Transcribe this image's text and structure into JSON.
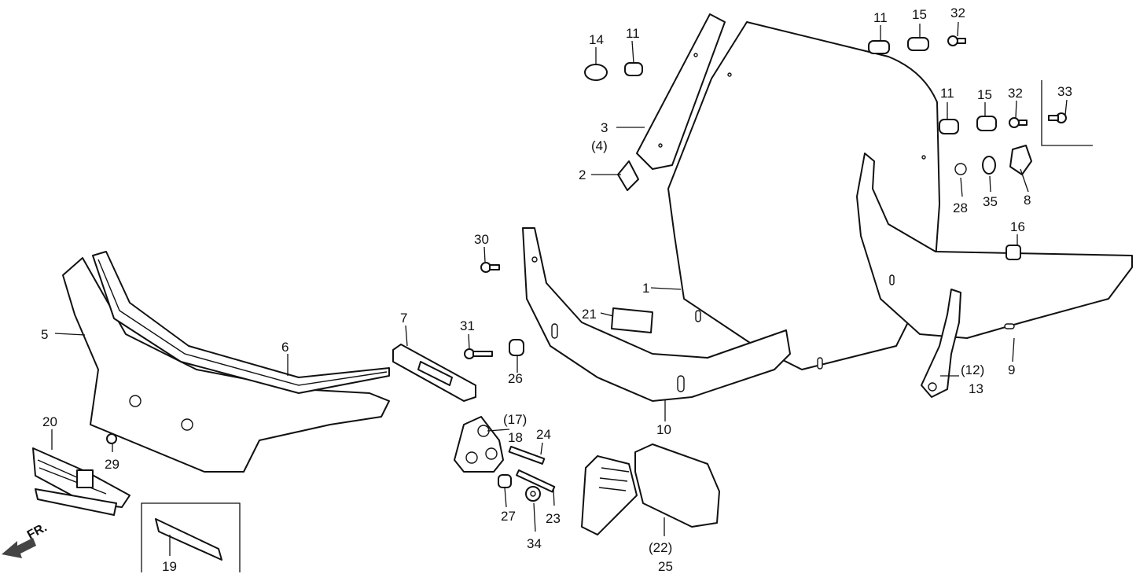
{
  "front_label": "FR.",
  "callouts": [
    "1",
    "2",
    "3",
    "(4)",
    "5",
    "6",
    "7",
    "8",
    "9",
    "10",
    "11",
    "11",
    "11",
    "(12)",
    "13",
    "14",
    "15",
    "15",
    "16",
    "(17)",
    "18",
    "19",
    "20",
    "21",
    "(22)",
    "23",
    "24",
    "25",
    "26",
    "27",
    "28",
    "29",
    "30",
    "31",
    "32",
    "32",
    "33",
    "34",
    "35"
  ]
}
